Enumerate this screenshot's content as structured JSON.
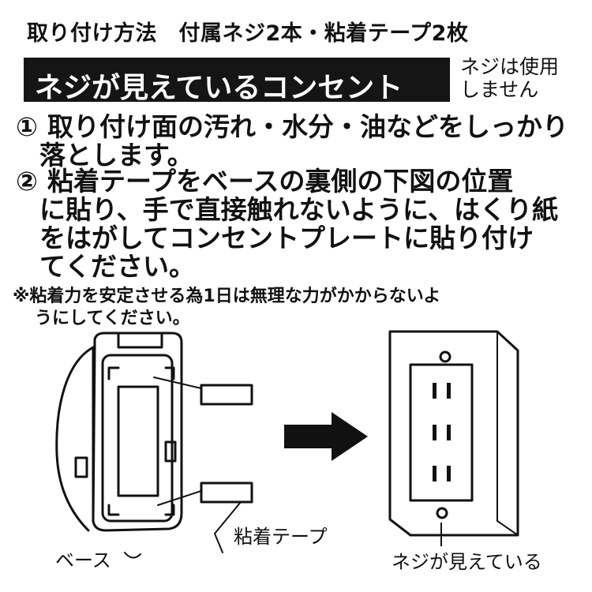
{
  "header": {
    "title": "取り付け方法　付属ネジ2本・粘着テープ2枚"
  },
  "banner": {
    "label": "ネジが見えているコンセント",
    "side_note_lines": [
      "ネジは使用",
      "しません"
    ]
  },
  "steps": [
    {
      "number": "①",
      "lines": [
        "取り付け面の汚れ・水分・油などをしっかり",
        "落とします。"
      ]
    },
    {
      "number": "②",
      "lines": [
        "粘着テープをベースの裏側の下図の位置",
        "に貼り、手で直接触れないように、はくり紙",
        "をはがしてコンセントプレートに貼り付け",
        "てください。"
      ]
    }
  ],
  "note": {
    "lines": [
      "※粘着力を安定させる為1日は無理な力がかからないよ",
      "うにしてください。"
    ]
  },
  "figure": {
    "label_base": "ベース",
    "label_tape": "粘着テープ",
    "label_outlet": "ネジが見えている"
  },
  "colors": {
    "ink": "#111111",
    "banner_bg": "#151515",
    "banner_text": "#ffffff"
  }
}
